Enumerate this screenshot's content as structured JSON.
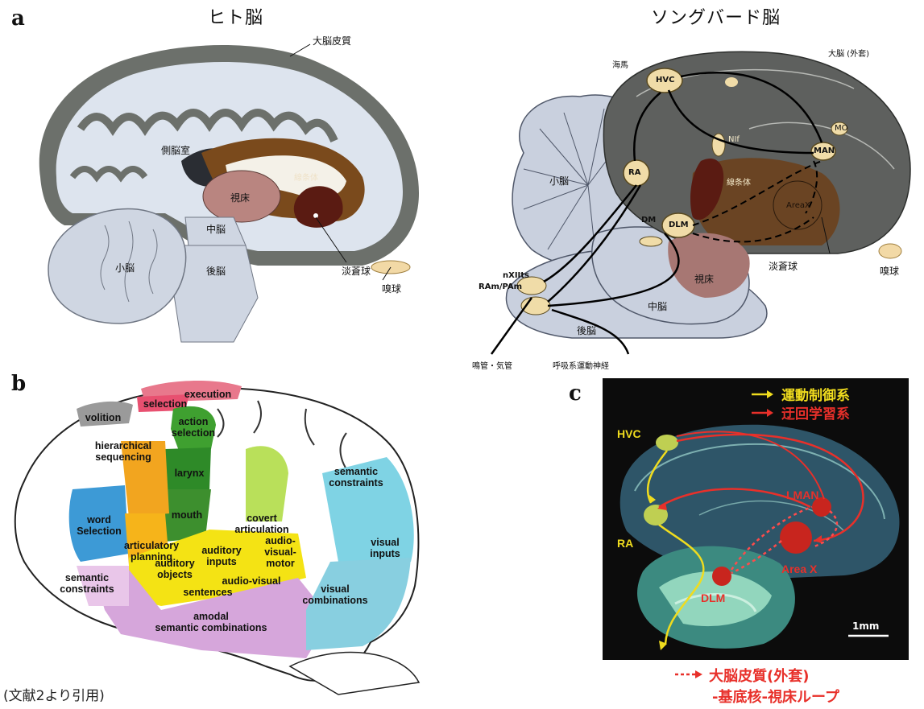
{
  "panels": {
    "a": {
      "letter": "a",
      "human": {
        "title": "ヒト脳",
        "labels": {
          "cortex": "大脳皮質",
          "ventricle": "側脳室",
          "striatum": "線条体",
          "thalamus": "視床",
          "midbrain": "中脳",
          "cerebellum": "小脳",
          "hindbrain": "後脳",
          "pallidum": "淡蒼球",
          "olfactory": "嗅球"
        }
      },
      "bird": {
        "title": "ソングバード脳",
        "labels": {
          "hippocampus": "海馬",
          "pallium": "大脳 (外套)",
          "hvc": "HVC",
          "ra": "RA",
          "nif": "NIf",
          "mo": "MO",
          "man": "MAN",
          "striatum": "線条体",
          "areax": "AreaX",
          "dlm": "DLM",
          "dm": "DM",
          "cerebellum": "小脳",
          "nxii": "nXIIts",
          "ram": "RAm/PAm",
          "thalamus": "視床",
          "pallidum": "淡蒼球",
          "olfactory": "嗅球",
          "midbrain": "中脳",
          "hindbrain": "後脳",
          "syrinx": "鳴管・気管",
          "respiratory": "呼吸系運動神経"
        }
      }
    },
    "b": {
      "letter": "b",
      "labels": {
        "execution": "execution",
        "selection": "selection",
        "volition": "volition",
        "action1": "action",
        "action2": "selection",
        "hier1": "hierarchical",
        "hier2": "sequencing",
        "larynx": "larynx",
        "word1": "word",
        "word2": "Selection",
        "mouth": "mouth",
        "artic1": "articulatory",
        "artic2": "planning",
        "covert1": "covert",
        "covert2": "articulation",
        "sem1a": "semantic",
        "sem1b": "constraints",
        "aud1": "auditory",
        "aud2": "inputs",
        "avm1": "audio-",
        "avm2": "visual-",
        "avm3": "motor",
        "audobj1": "auditory",
        "audobj2": "objects",
        "sem2a": "semantic",
        "sem2b": "constraints",
        "av": "audio-visual",
        "sentences": "sentences",
        "vis1": "visual",
        "vis2": "inputs",
        "viscomb1": "visual",
        "viscomb2": "combinations",
        "amodal1": "amodal",
        "amodal2": "semantic combinations"
      }
    },
    "c": {
      "letter": "c",
      "legend": {
        "motor": "運動制御系",
        "detour": "迂回学習系",
        "loop_line1": "大脳皮質(外套)",
        "loop_line2": "-基底核-視床ループ"
      },
      "labels": {
        "hvc": "HVC",
        "ra": "RA",
        "lman": "LMAN",
        "areax": "Area X",
        "dlm": "DLM",
        "scale": "1mm"
      },
      "colors": {
        "motor": "#f0dc1e",
        "detour": "#e8302a",
        "legend_text": "#e8302a"
      }
    }
  },
  "citation": "(文献2より引用)"
}
